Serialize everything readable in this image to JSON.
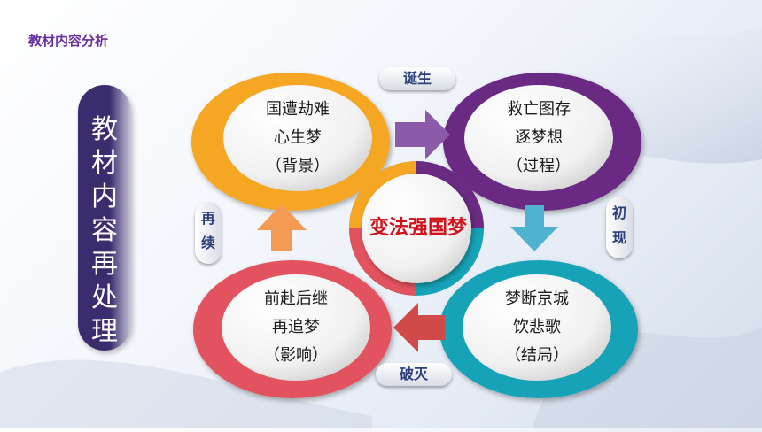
{
  "header": {
    "corner_label": "教材内容分析"
  },
  "sidebar": {
    "title": "教材内容再处理"
  },
  "diagram": {
    "center": "变法强国梦",
    "nodes": {
      "top_left": {
        "line1": "国遭劫难",
        "line2": "心生梦",
        "line3": "（背景）",
        "color": "#f5a623"
      },
      "top_right": {
        "line1": "救亡图存",
        "line2": "逐梦想",
        "line3": "（过程）",
        "color": "#6a2c83"
      },
      "bottom_right": {
        "line1": "梦断京城",
        "line2": "饮悲歌",
        "line3": "（结局）",
        "color": "#16a3b7"
      },
      "bottom_left": {
        "line1": "前赴后继",
        "line2": "再追梦",
        "line3": "（影响）",
        "color": "#e2535e"
      }
    },
    "links": {
      "top": "诞生",
      "right": "初现",
      "bottom": "破灭",
      "left": "再续"
    }
  },
  "colors": {
    "orange": "#f5a623",
    "purple": "#6a2c83",
    "teal": "#16a3b7",
    "red": "#e2535e",
    "accent_text": "#d0121b"
  }
}
